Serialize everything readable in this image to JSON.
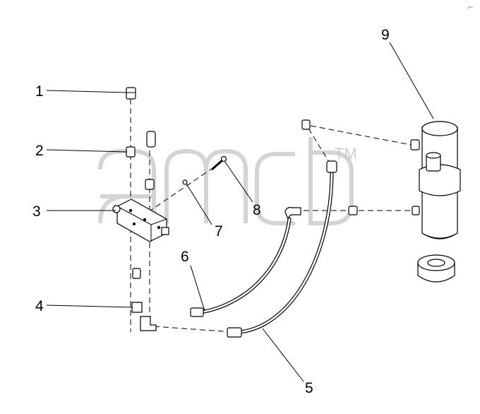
{
  "diagram": {
    "callouts": [
      "1",
      "2",
      "3",
      "4",
      "5",
      "6",
      "7",
      "8",
      "9"
    ],
    "watermark": {
      "trademark": "TM"
    },
    "corner_mark": "⌐"
  }
}
